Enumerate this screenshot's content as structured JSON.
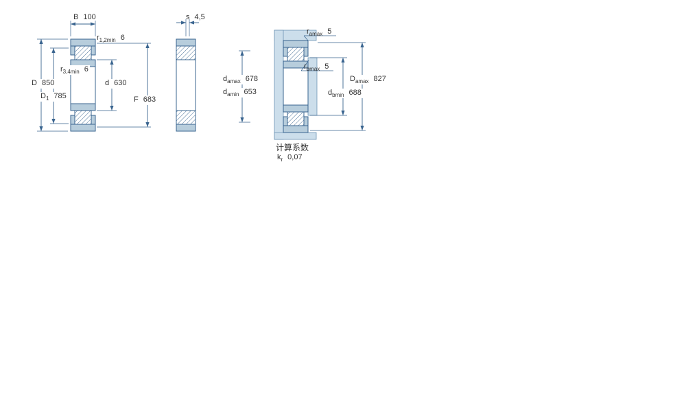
{
  "dims": {
    "B": {
      "sym": "B",
      "sub": "",
      "val": "100"
    },
    "r12": {
      "sym": "r",
      "sub": "1,2min",
      "val": "6"
    },
    "r34": {
      "sym": "r",
      "sub": "3,4min",
      "val": "6"
    },
    "D": {
      "sym": "D",
      "sub": "",
      "val": "850"
    },
    "D1": {
      "sym": "D",
      "sub": "1",
      "val": "785"
    },
    "d": {
      "sym": "d",
      "sub": "",
      "val": "630"
    },
    "F": {
      "sym": "F",
      "sub": "",
      "val": "683"
    },
    "s": {
      "sym": "s",
      "sub": "",
      "val": "4,5"
    },
    "ramax": {
      "sym": "r",
      "sub": "amax",
      "val": "5"
    },
    "rbmax": {
      "sym": "r",
      "sub": "bmax",
      "val": "5"
    },
    "damax": {
      "sym": "d",
      "sub": "amax",
      "val": "678"
    },
    "damin": {
      "sym": "d",
      "sub": "amin",
      "val": "653"
    },
    "Damax": {
      "sym": "D",
      "sub": "amax",
      "val": "827"
    },
    "dbmin": {
      "sym": "d",
      "sub": "bmin",
      "val": "688"
    }
  },
  "calc": {
    "title": "计算系数",
    "kr": {
      "sym": "k",
      "sub": "r",
      "val": "0,07"
    }
  },
  "colors": {
    "outline": "#39648f",
    "ring_fill": "#b7cddc",
    "abutment_fill": "#ccdeeb",
    "text": "#333333"
  }
}
